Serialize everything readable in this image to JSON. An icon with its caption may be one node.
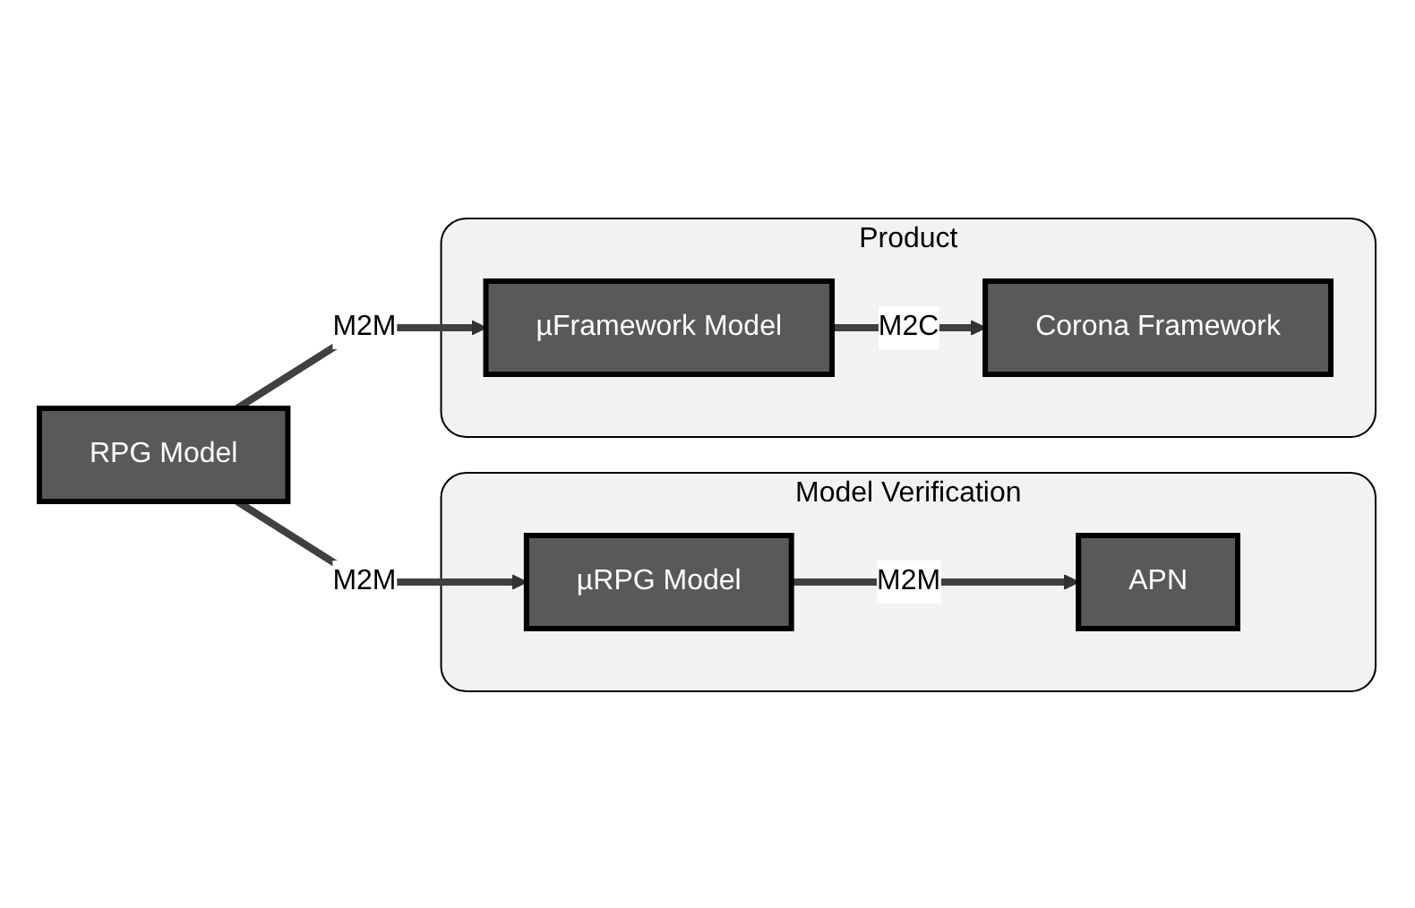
{
  "diagram": {
    "nodes": [
      {
        "text": [
          "Model Verification"
        ]
      },
      {
        "text": [
          "Product"
        ]
      },
      {
        "text": [
          "RPG Model"
        ]
      },
      {
        "text": [
          "µRPG Model"
        ],
        "in": 0
      },
      {
        "text": [
          "APN"
        ],
        "in": 0
      },
      {
        "text": [
          "µFramework Model"
        ],
        "in": 1
      },
      {
        "text": [
          "Corona Framework"
        ],
        "in": 1
      }
    ],
    "edges": [
      {
        "from": 2,
        "to": 3,
        "arrow": "to",
        "label": "M2M"
      },
      {
        "from": 3,
        "to": 4,
        "arrow": "to",
        "label": "M2M"
      },
      {
        "from": 2,
        "to": 5,
        "arrow": "to",
        "label": "M2M"
      },
      {
        "from": 5,
        "to": 6,
        "arrow": "to",
        "label": "M2C"
      }
    ]
  }
}
